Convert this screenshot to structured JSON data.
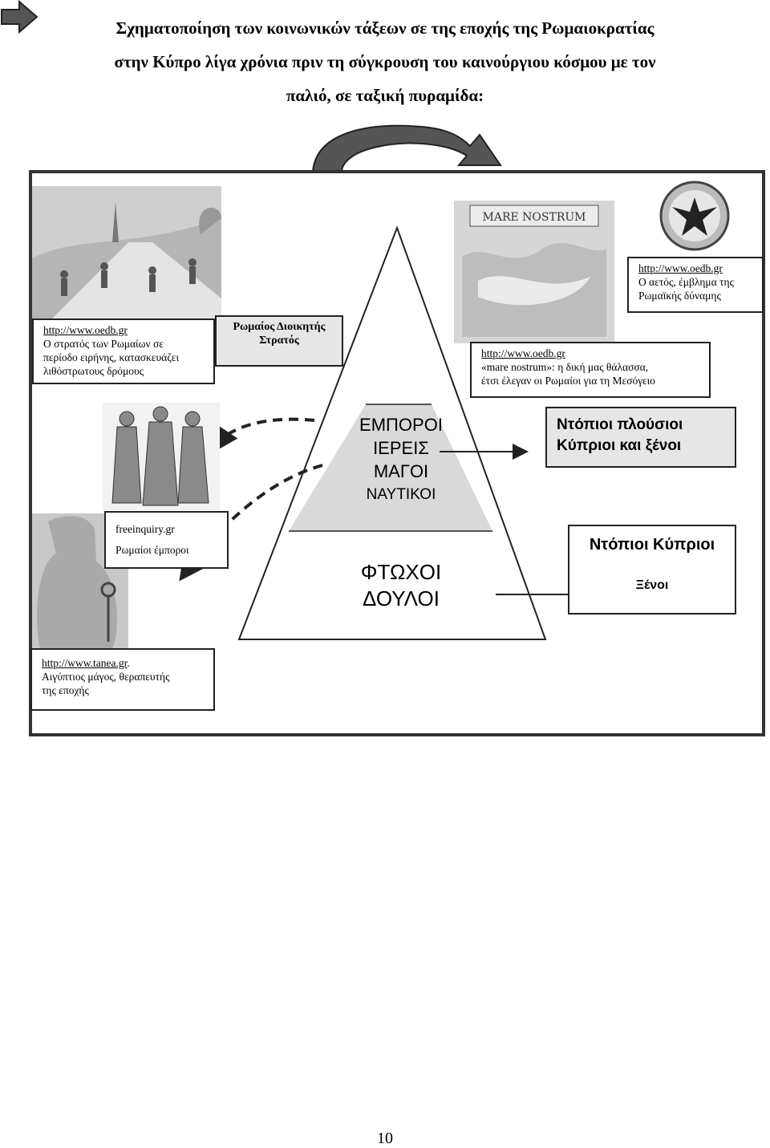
{
  "title": {
    "line1": "Σχηματοποίηση των κοινωνικών τάξεων σε της εποχής της Ρωμαιοκρατίας",
    "line2": "στην Κύπρο λίγα χρόνια πριν τη σύγκρουση του καινούργιου κόσμου με τον",
    "line3": "παλιό, σε ταξική πυραμίδα:"
  },
  "captions": {
    "roads": {
      "link": "http://www.oedb.gr",
      "line1": "Ο στρατός των Ρωμαίων  σε",
      "line2": "περίοδο ειρήνης, κατασκευάζει",
      "line3": "λιθόστρωτους δρόμους"
    },
    "eagle": {
      "link": "http://www.oedb.gr",
      "line1": "Ο αετός, έμβλημα της",
      "line2": "Ρωμαϊκής δύναμης"
    },
    "mare": {
      "link": "http://www.oedb.gr",
      "line1": "«mare nostrum»: η δική μας θάλασσα,",
      "line2": "έτσι έλεγαν οι Ρωμαίοι για τη Μεσόγειο"
    },
    "merchants": {
      "link": "freeinquiry.gr",
      "line1": "Ρωμαίοι έμποροι"
    },
    "magus": {
      "link": "http://www.tanea.gr",
      "link_suffix": ".",
      "line1": "Αιγύπτιος μάγος, θεραπευτής",
      "line2": "της εποχής"
    }
  },
  "top_label": {
    "line1": "Ρωμαίος Διοικητής",
    "line2": "Στρατός"
  },
  "pyramid": {
    "middle": [
      "ΕΜΠΟΡΟΙ",
      "ΙΕΡΕΙΣ",
      "ΜΑΓΟΙ",
      "ΝΑΥΤΙΚΟΙ"
    ],
    "bottom": [
      "ΦΤΩΧΟΙ",
      "ΔΟΥΛΟΙ"
    ]
  },
  "right_boxes": {
    "rich": {
      "line1": "Ντόπιοι πλούσιοι",
      "line2": "Κύπριοι και ξένοι"
    },
    "poor": {
      "line1": "Ντόπιοι Κύπριοι",
      "line2": "Ξένοι"
    }
  },
  "images": {
    "roads": "roman-road-builders",
    "merchants": "roman-merchants-figures",
    "magus": "egyptian-magus-relief",
    "mare": "mare-nostrum-map",
    "eagle": "roman-eagle-emblem"
  },
  "page_number": "10",
  "colors": {
    "pyramid_top": "#ffffff",
    "pyramid_middle": "#d9d9d9",
    "pyramid_bottom": "#ffffff",
    "box_fill": "#e6e6e6"
  }
}
